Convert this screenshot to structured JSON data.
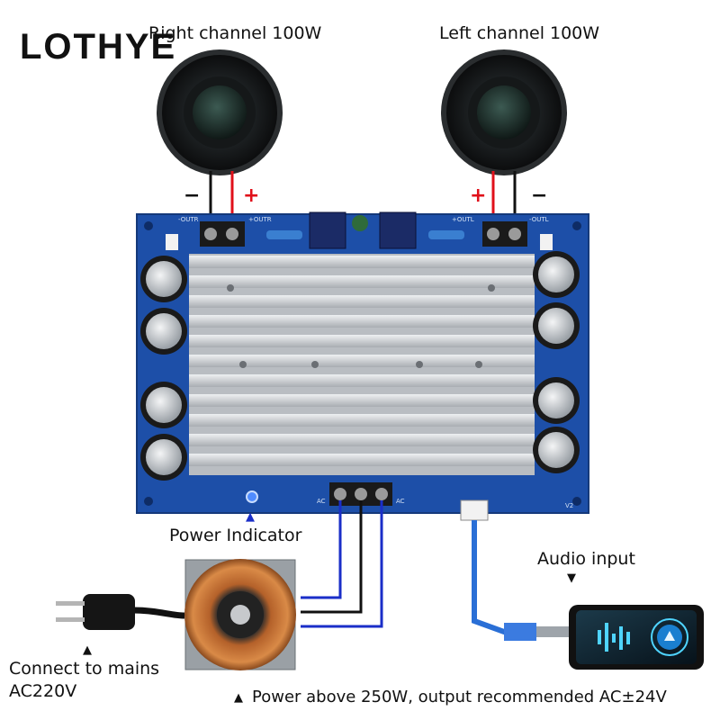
{
  "brand": "LOTHYE",
  "speakers": {
    "right_label": "Right channel 100W",
    "left_label": "Left channel 100W",
    "minus": "−",
    "plus": "+"
  },
  "board": {
    "out_r_minus": "-OUTR",
    "out_r_plus": "+OUTR",
    "out_l_plus": "+OUTL",
    "out_l_minus": "-OUTL",
    "ac_left": "AC",
    "ac_right": "AC",
    "version": "V2"
  },
  "labels": {
    "power_indicator": "Power Indicator",
    "audio_input": "Audio input",
    "mains_line1": "Connect to mains",
    "mains_line2": "AC220V",
    "power_note": "Power above 250W, output recommended AC±24V"
  },
  "markers": {
    "up": "▲",
    "down": "▼"
  },
  "colors": {
    "board": "#1d4fa8",
    "heatsink": "#c9ccd0",
    "plus_wire": "#e0101a",
    "ac_wire": "#1a2ec8",
    "cable": "#2a6fd6",
    "transformer": "#c8702e"
  }
}
